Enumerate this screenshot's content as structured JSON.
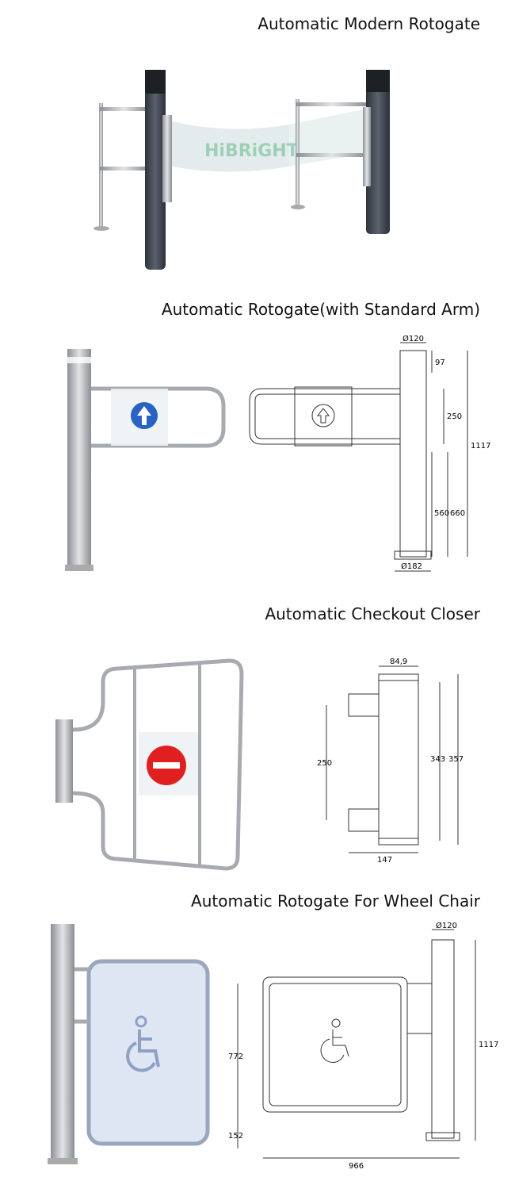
{
  "sections": [
    {
      "title": "Automatic Modern Rotogate",
      "watermark": "HiBRiGHT"
    },
    {
      "title": "Automatic Rotogate(with Standard Arm)",
      "dims": [
        "Ø120",
        "97",
        "250",
        "1117",
        "560",
        "660",
        "Ø182"
      ]
    },
    {
      "title": "Automatic Checkout Closer",
      "dims": [
        "84,9",
        "250",
        "343",
        "357",
        "147"
      ]
    },
    {
      "title": "Automatic Rotogate For Wheel Chair",
      "dims": [
        "Ø120",
        "772",
        "1117",
        "152",
        "966"
      ]
    }
  ],
  "colors": {
    "arrow_sign": "#2a62c4",
    "stop_sign": "#e02020",
    "post_dark": "#3f4650",
    "steel": "#b9bdc2"
  }
}
